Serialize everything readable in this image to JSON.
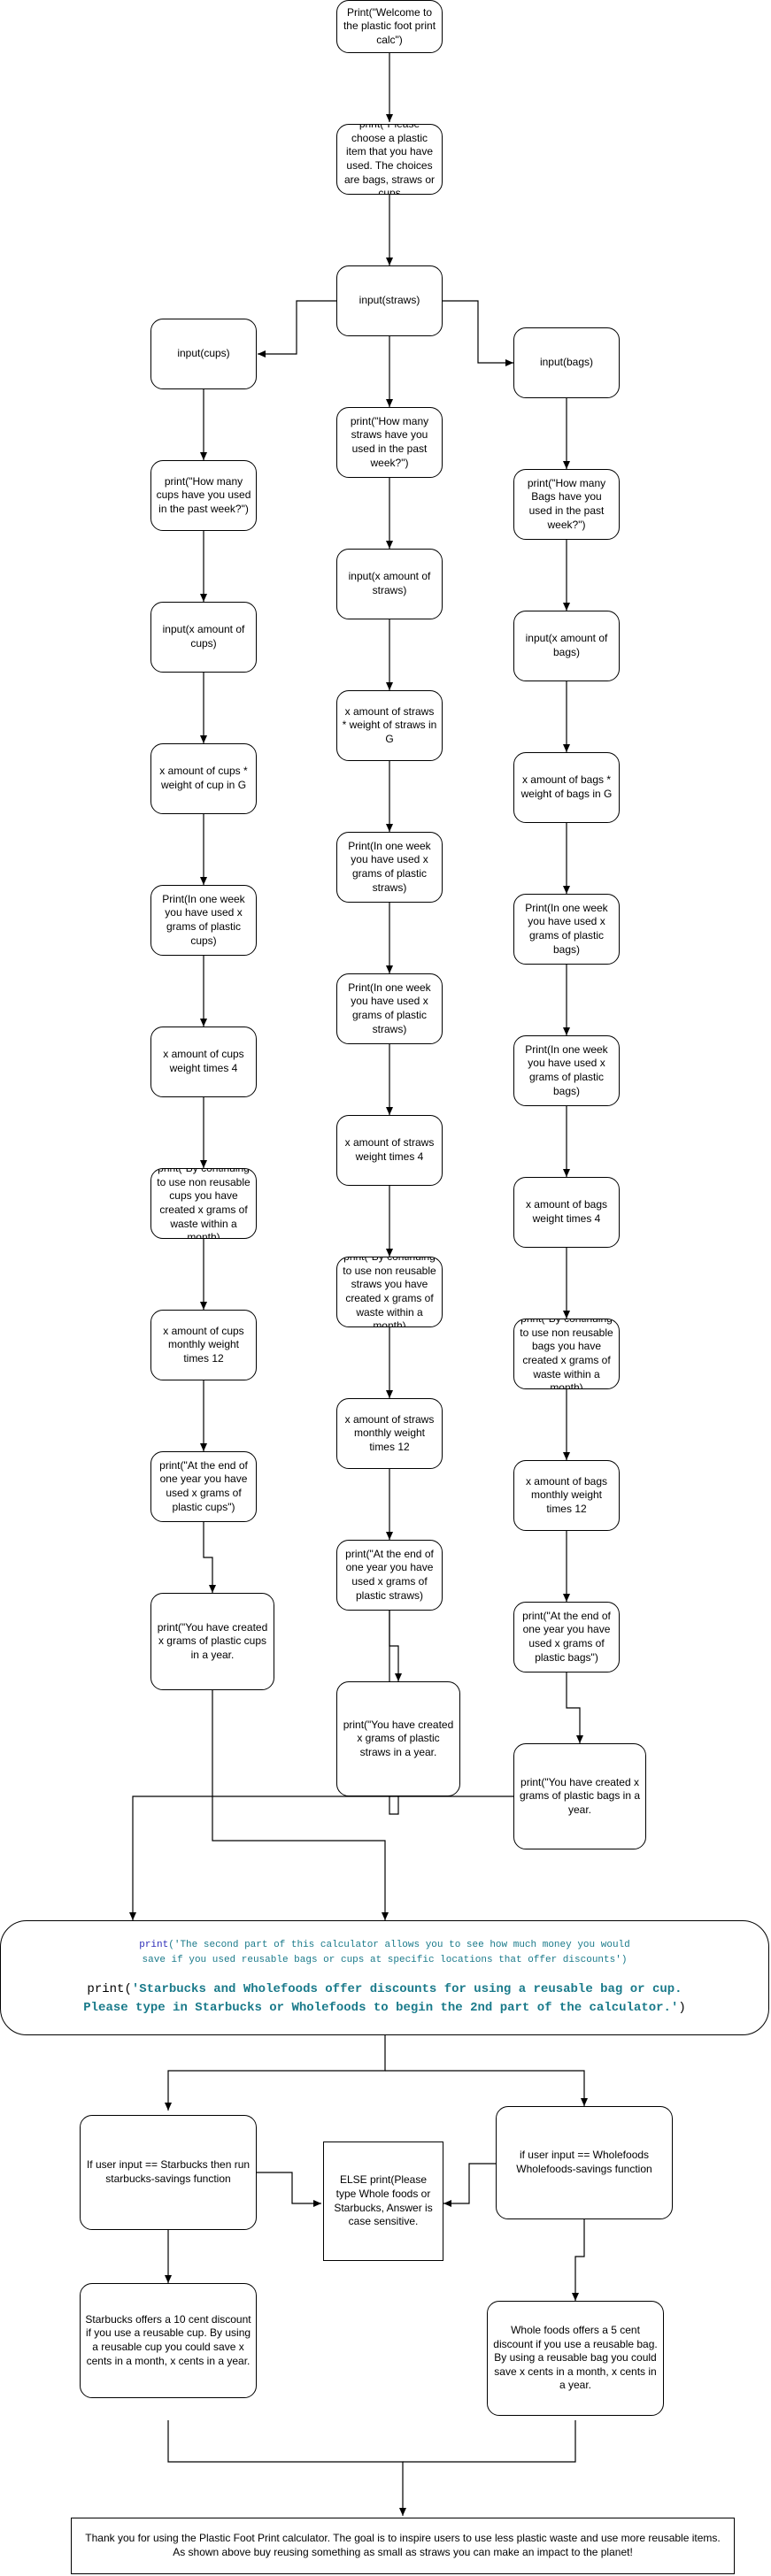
{
  "nodes": {
    "welcome": "Print(\"Welcome to the plastic foot print calc\")",
    "choose": "print(\"Please choose a plastic item that you have used. The choices are bags, straws or cups",
    "input_straws": "input(straws)",
    "input_cups": "input(cups)",
    "input_bags": "input(bags)",
    "cups_1": "print(\"How many cups have you used in the past week?\")",
    "cups_2": "input(x amount of cups)",
    "cups_3": "x amount of cups * weight of cup in G",
    "cups_4": "Print(In one week you have used x grams of plastic cups)",
    "cups_5": "x amount of cups weight times 4",
    "cups_6": "print(\"By continuing to use non reusable cups you have created x grams of waste within a month)",
    "cups_7": "x amount of cups monthly weight times 12",
    "cups_8": "print(\"At the end of one year you have used x grams of plastic cups\")",
    "cups_9": "print(\"You have created x grams of plastic cups in a year.",
    "straws_1": "print(\"How many straws have you used in the past week?\")",
    "straws_2": "input(x amount of straws)",
    "straws_3": "x amount of straws * weight of straws in G",
    "straws_4": "Print(In one week you have used x grams of plastic straws)",
    "straws_5": "Print(In one week you have used x grams of plastic straws)",
    "straws_6": "x amount of straws weight times 4",
    "straws_7": "print(\"By continuing to use non reusable straws you have created x grams of waste within a month)",
    "straws_8": "x amount of straws monthly weight times 12",
    "straws_9": "print(\"At the end of one year you have used x grams of plastic straws)",
    "straws_10": "print(\"You have created x grams of plastic straws in a year.",
    "bags_1": "print(\"How many Bags have you used in the past week?\")",
    "bags_2": "input(x amount of bags)",
    "bags_3": "x amount of bags * weight of bags in G",
    "bags_4": "Print(In one week you have used x grams of plastic bags)",
    "bags_5": "Print(In one week you have used x grams of plastic bags)",
    "bags_6": "x amount of bags weight times 4",
    "bags_7": "print(\"By continuing to use non reusable bags you have created x grams of waste within a month)",
    "bags_8": "x amount of bags monthly weight times 12",
    "bags_9": "print(\"At the end of one year you have used x grams  of plastic bags\")",
    "bags_10": "print(\"You have created x grams of plastic bags in a year.",
    "starbucks_check": "If user input == Starbucks then run starbucks-savings function",
    "else_box": "ELSE print(Please type Whole foods or Starbucks, Answer is case sensitive.",
    "wholefoods_check": "if user input == Wholefoods Wholefoods-savings function",
    "starbucks_result": "Starbucks offers a 10 cent discount if you use a reusable cup. By using a reusable cup you could save x cents in a month, x cents in a year.",
    "wholefoods_result": "Whole foods offers a 5 cent discount if you use a reusable bag. By using a reusable bag you could save x cents in a month, x cents in a year.",
    "thank_you": "Thank you for using the Plastic Foot Print calculator. The goal is to inspire users to use less plastic waste and use more reusable items. As shown above buy reusing something as small as straws you can make an impact to the planet!"
  },
  "part_two": {
    "print_kw": "print",
    "line1_prefix": "(",
    "line1": "'The second part of this calculator allows you to see how much money you would",
    "line2": "save if you used reusable bags or cups at specific locations that offer discounts'",
    "line2_suffix": ")",
    "print_kw2": "print",
    "line3_prefix": "(",
    "line3": "'Starbucks and Wholefoods offer discounts for using a reusable bag or cup.",
    "line4": "Please type in Starbucks or Wholefoods to begin the 2nd part of the calculator.'",
    "line4_suffix": ")"
  }
}
